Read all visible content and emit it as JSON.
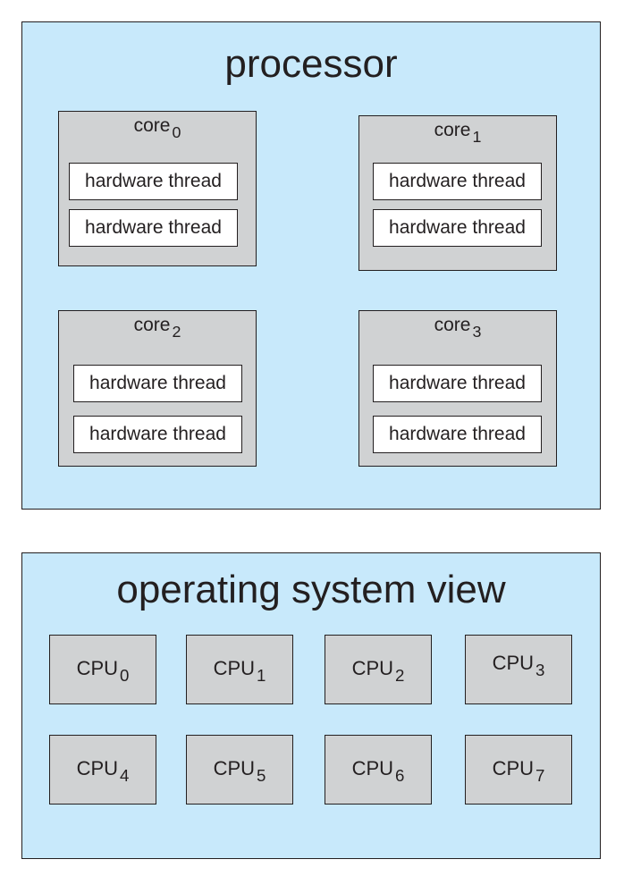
{
  "processor": {
    "title": "processor",
    "cores": [
      {
        "name": "core",
        "index": "0",
        "threads": [
          "hardware thread",
          "hardware thread"
        ]
      },
      {
        "name": "core",
        "index": "1",
        "threads": [
          "hardware thread",
          "hardware thread"
        ]
      },
      {
        "name": "core",
        "index": "2",
        "threads": [
          "hardware thread",
          "hardware thread"
        ]
      },
      {
        "name": "core",
        "index": "3",
        "threads": [
          "hardware thread",
          "hardware thread"
        ]
      }
    ]
  },
  "os_view": {
    "title": "operating system view",
    "cpus": [
      {
        "name": "CPU",
        "index": "0"
      },
      {
        "name": "CPU",
        "index": "1"
      },
      {
        "name": "CPU",
        "index": "2"
      },
      {
        "name": "CPU",
        "index": "3"
      },
      {
        "name": "CPU",
        "index": "4"
      },
      {
        "name": "CPU",
        "index": "5"
      },
      {
        "name": "CPU",
        "index": "6"
      },
      {
        "name": "CPU",
        "index": "7"
      }
    ]
  },
  "colors": {
    "panel_bg": "#c8e9fb",
    "box_gray": "#d0d2d3",
    "thread_bg": "#ffffff",
    "outline": "#231f20"
  }
}
